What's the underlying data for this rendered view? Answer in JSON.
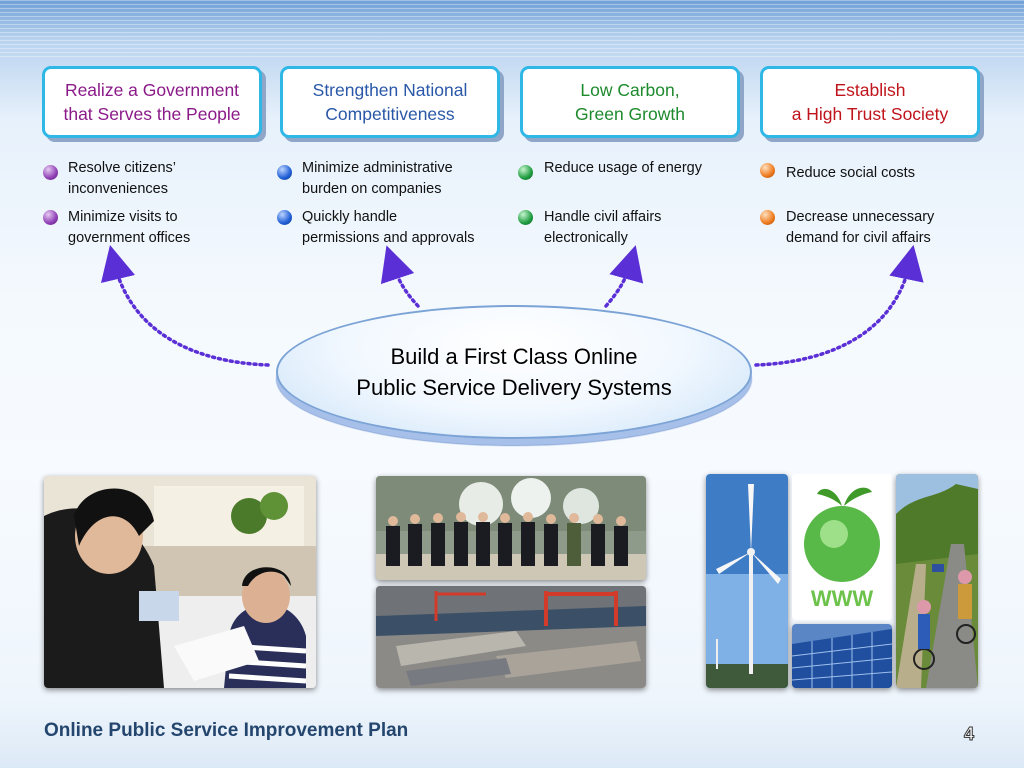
{
  "goals": [
    {
      "title": "Realize a Government\nthat Serves the People",
      "color": "#8b1a89",
      "items": [
        "Resolve citizens’\ninconveniences",
        "Minimize visits to\ngovernment offices"
      ],
      "bullet_color": "#8f3fb5"
    },
    {
      "title": "Strengthen National\nCompetitiveness",
      "color": "#2a58a8",
      "items": [
        "Minimize administrative\nburden on companies",
        "Quickly handle\npermissions and approvals"
      ],
      "bullet_color": "#1f5ed6"
    },
    {
      "title": "Low Carbon,\nGreen Growth",
      "color": "#1e8a2e",
      "items": [
        "Reduce usage of energy",
        "Handle civil affairs\nelectronically"
      ],
      "bullet_color": "#1e9c40"
    },
    {
      "title": "Establish\na High Trust Society",
      "color": "#c0141c",
      "items": [
        "Reduce social costs",
        "Decrease unnecessary\ndemand for civil affairs"
      ],
      "bullet_color": "#ee7a1c"
    }
  ],
  "center": {
    "text": "Build a First Class Online\nPublic Service Delivery Systems"
  },
  "footer": {
    "title": "Online Public Service Improvement Plan",
    "page": "4"
  },
  "colors": {
    "accent_border": "#2fb7e6",
    "arrow": "#5a2fd6"
  }
}
